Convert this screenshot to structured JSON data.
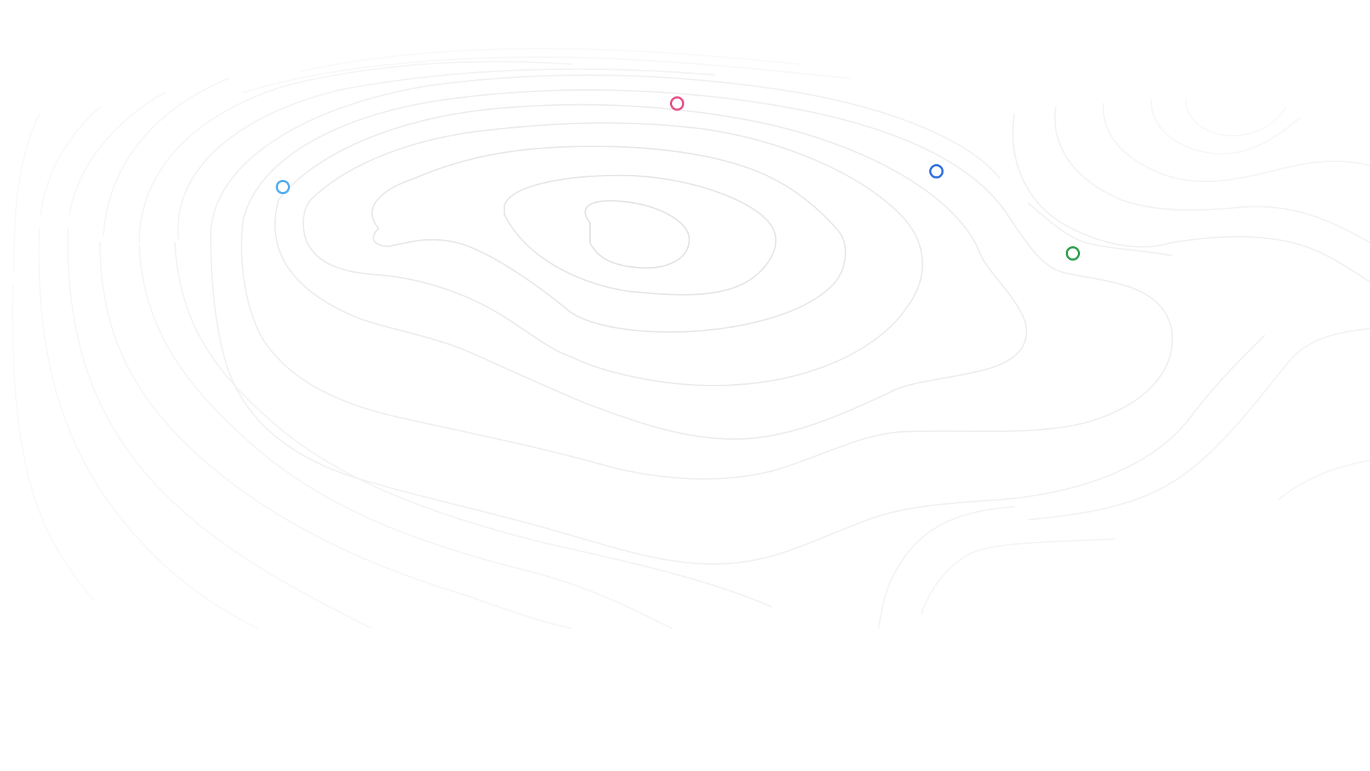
{
  "map": {
    "contour_color": "#e6e6e6",
    "background": "#ffffff"
  },
  "markers": [
    {
      "name": "marker-pink",
      "color": "#e6508a"
    },
    {
      "name": "marker-light-blue",
      "color": "#53aef0"
    },
    {
      "name": "marker-blue",
      "color": "#2f6fe0"
    },
    {
      "name": "marker-green",
      "color": "#2e9e4f"
    }
  ]
}
